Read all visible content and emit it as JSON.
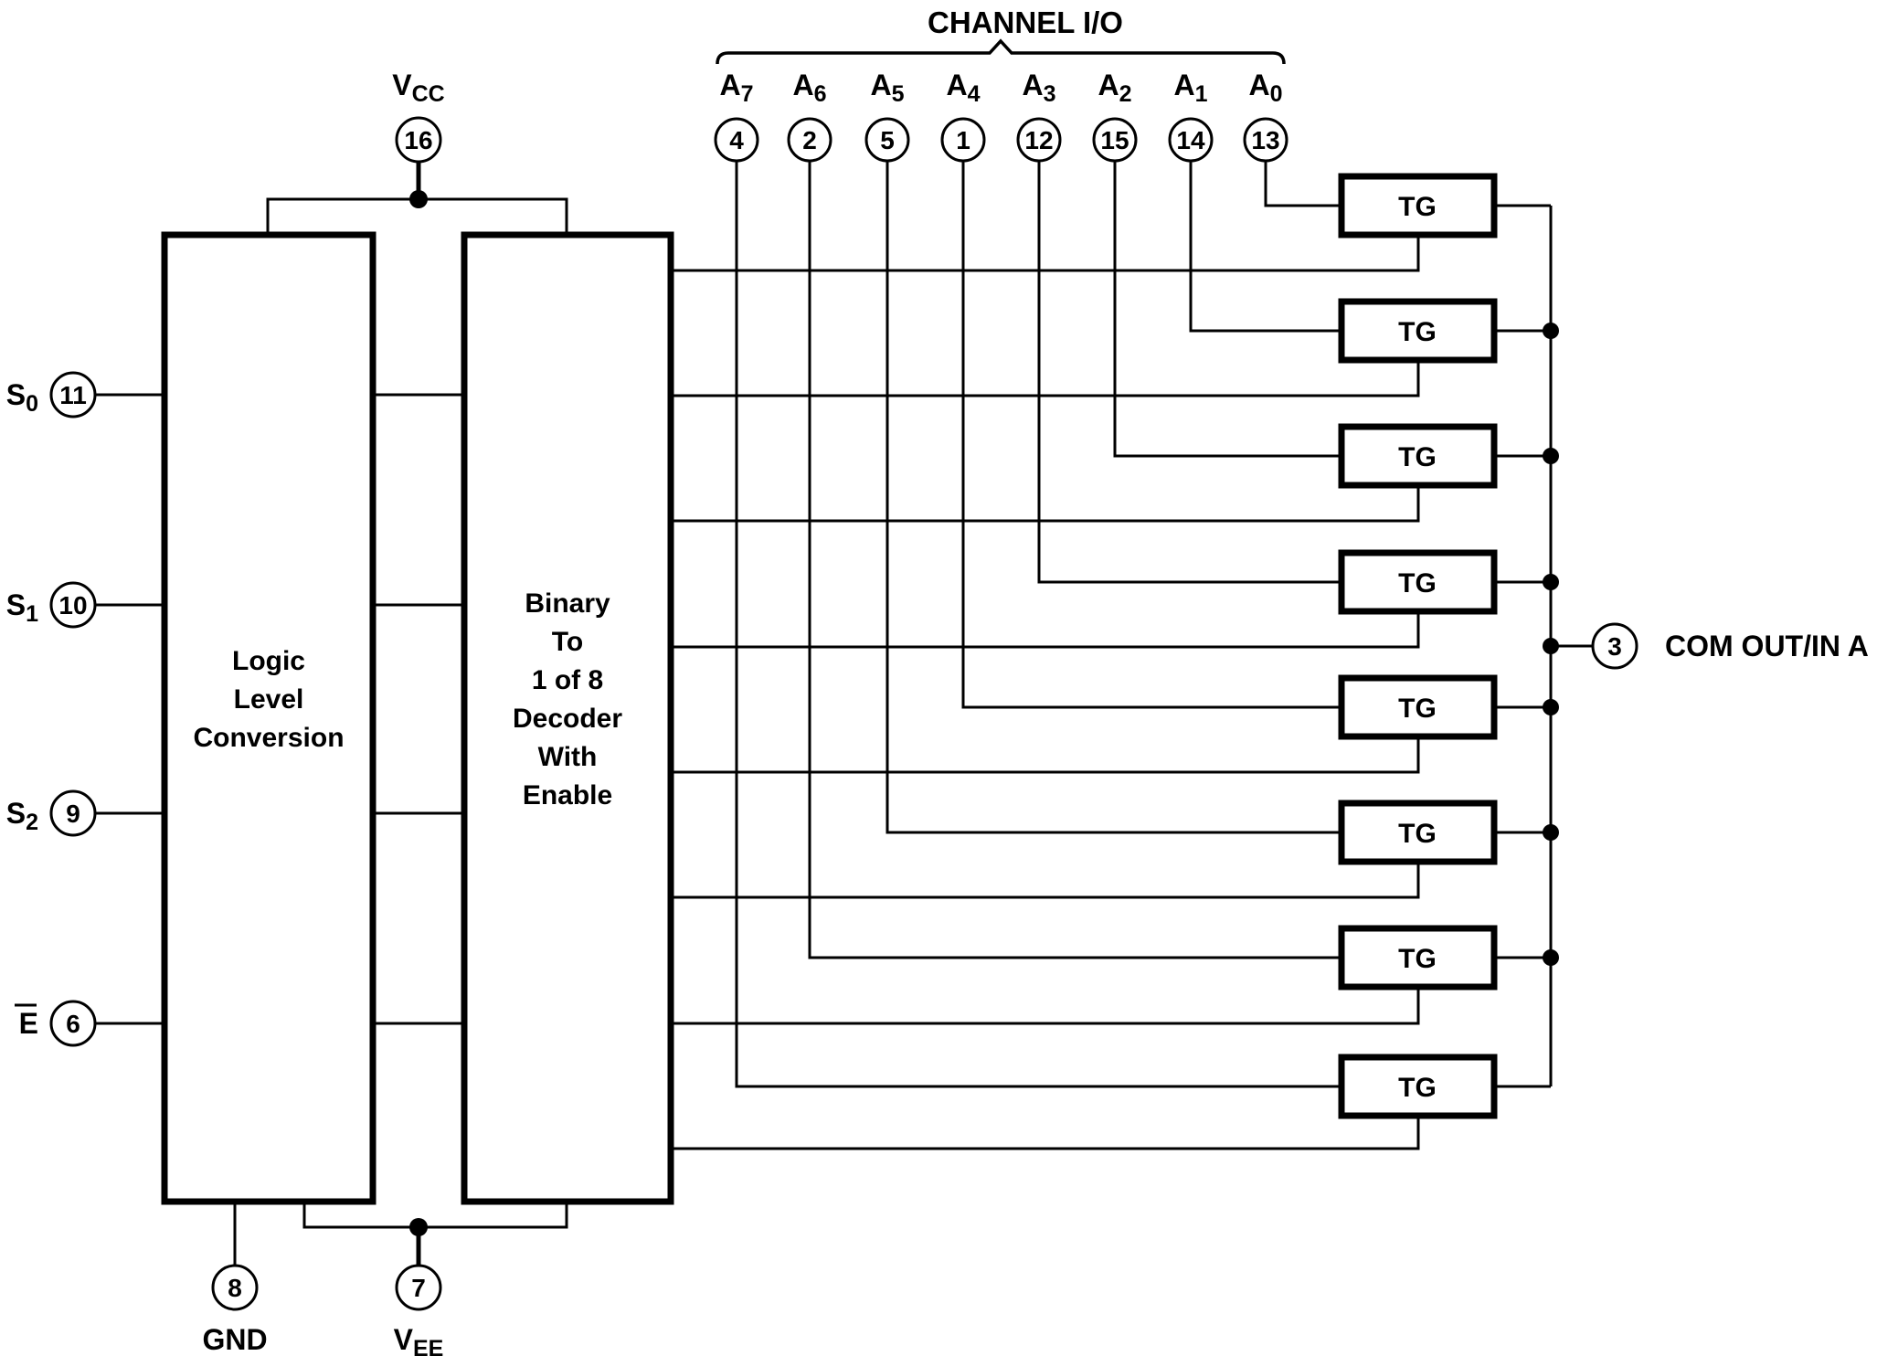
{
  "colors": {
    "ink": "#000000",
    "background": "#ffffff"
  },
  "header": {
    "title": "CHANNEL I/O"
  },
  "channels": [
    {
      "base": "A",
      "sub": "7",
      "pin": "4"
    },
    {
      "base": "A",
      "sub": "6",
      "pin": "2"
    },
    {
      "base": "A",
      "sub": "5",
      "pin": "5"
    },
    {
      "base": "A",
      "sub": "4",
      "pin": "1"
    },
    {
      "base": "A",
      "sub": "3",
      "pin": "12"
    },
    {
      "base": "A",
      "sub": "2",
      "pin": "15"
    },
    {
      "base": "A",
      "sub": "1",
      "pin": "14"
    },
    {
      "base": "A",
      "sub": "0",
      "pin": "13"
    }
  ],
  "inputs": [
    {
      "base": "S",
      "sub": "0",
      "pin": "11",
      "overline": false
    },
    {
      "base": "S",
      "sub": "1",
      "pin": "10",
      "overline": false
    },
    {
      "base": "S",
      "sub": "2",
      "pin": "9",
      "overline": false
    },
    {
      "base": "E",
      "sub": "",
      "pin": "6",
      "overline": true
    }
  ],
  "power": {
    "vcc": {
      "base": "V",
      "sub": "CC",
      "pin": "16"
    },
    "vee": {
      "base": "V",
      "sub": "EE",
      "pin": "7"
    },
    "gnd": {
      "label": "GND",
      "pin": "8"
    }
  },
  "blocks": {
    "logic": {
      "lines": [
        "Logic",
        "Level",
        "Conversion"
      ]
    },
    "decoder": {
      "lines": [
        "Binary",
        "To",
        "1 of 8",
        "Decoder",
        "With",
        "Enable"
      ]
    }
  },
  "gates": {
    "label": "TG"
  },
  "output": {
    "pin": "3",
    "label": "COM OUT/IN A"
  }
}
